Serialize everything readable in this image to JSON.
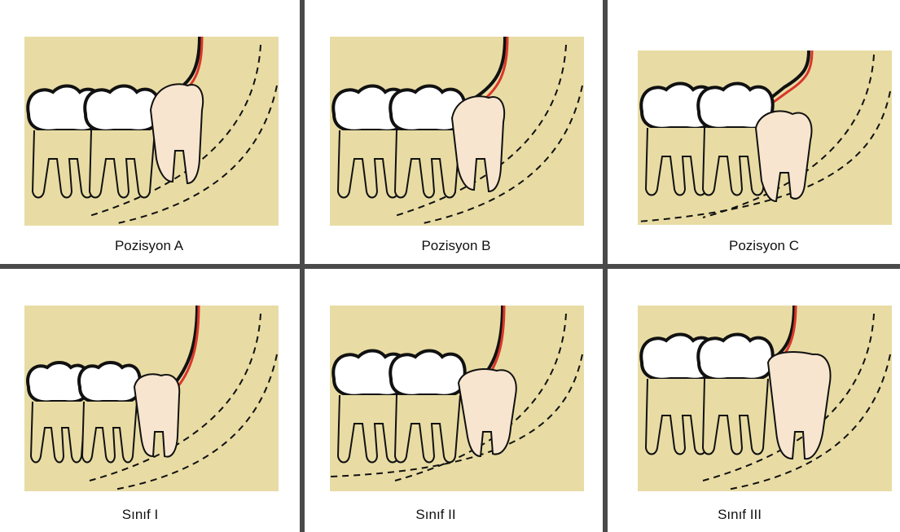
{
  "colors": {
    "bone": "#e8dca4",
    "tooth_erupted": "#ffffff",
    "tooth_wisdom": "#f7e5cf",
    "outline": "#111111",
    "gum_line": "#d9362b",
    "divider": "#4a4a4a"
  },
  "panels": [
    {
      "caption": "Pozisyon A",
      "wisdom_depth": "partial",
      "variant": "A"
    },
    {
      "caption": "Pozisyon B",
      "wisdom_depth": "below_occlusal",
      "variant": "B"
    },
    {
      "caption": "Pozisyon C",
      "wisdom_depth": "below_cervical",
      "variant": "C"
    },
    {
      "caption": "Sınıf I",
      "ramus_space": "sufficient",
      "variant": "1"
    },
    {
      "caption": "Sınıf II",
      "ramus_space": "partial",
      "variant": "2"
    },
    {
      "caption": "Sınıf III",
      "ramus_space": "none",
      "variant": "3"
    }
  ]
}
